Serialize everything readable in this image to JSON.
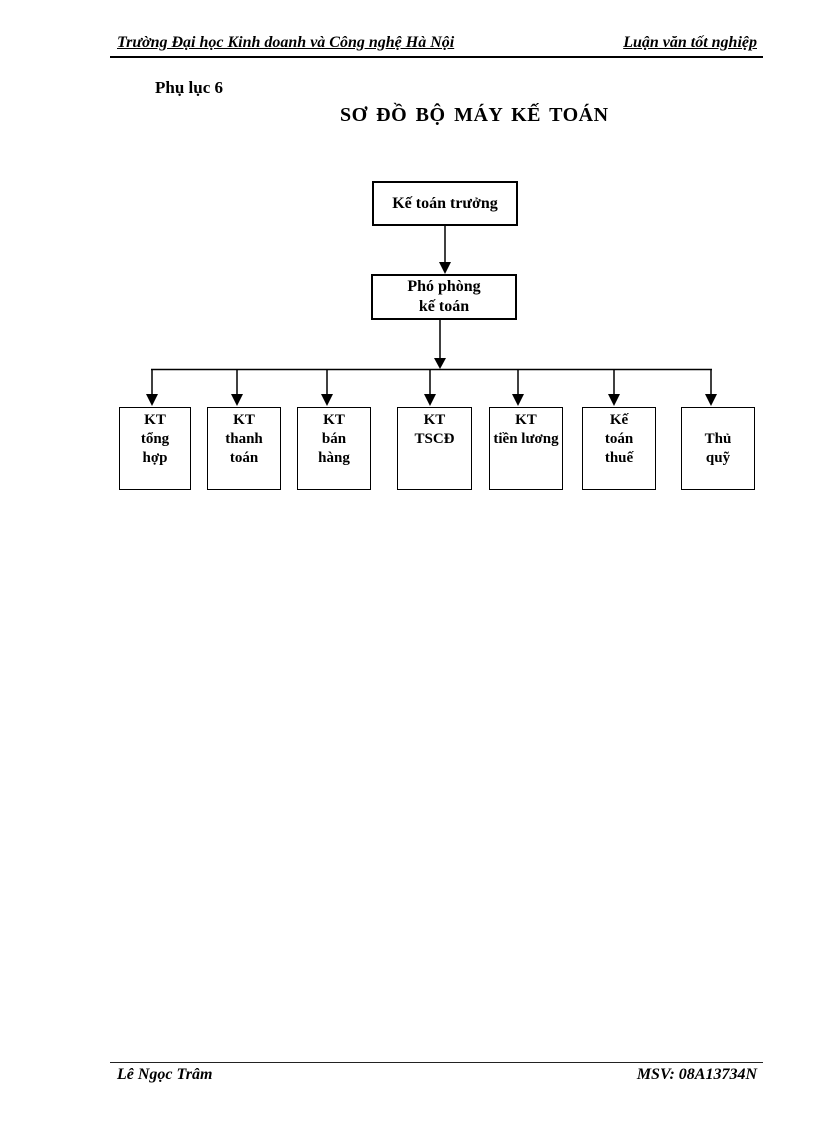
{
  "colors": {
    "ink": "#000000",
    "paper": "#ffffff"
  },
  "header": {
    "left": "Trường Đại học Kinh doanh và Công nghệ Hà Nội",
    "right": "Luận văn tốt nghiệp"
  },
  "appendix_label": "Phụ lục 6",
  "title": "SƠ ĐỒ BỘ MÁY KẾ TOÁN",
  "org_chart": {
    "root": {
      "label": "Kế toán trưởng"
    },
    "deputy": {
      "lines": [
        "Phó phòng",
        "kế toán"
      ]
    },
    "departments": [
      {
        "lines": [
          "KT",
          "tổng",
          "hợp"
        ]
      },
      {
        "lines": [
          "KT",
          "thanh",
          "toán"
        ]
      },
      {
        "lines": [
          "KT",
          "bán",
          "hàng"
        ]
      },
      {
        "lines": [
          "KT",
          "TSCĐ"
        ]
      },
      {
        "lines": [
          "KT",
          "tiền lương"
        ]
      },
      {
        "lines": [
          "Kế",
          "toán",
          "thuế"
        ]
      },
      {
        "lines": [
          "Thủ",
          "quỹ"
        ]
      }
    ]
  },
  "footer": {
    "left": "Lê Ngọc Trâm",
    "right": "MSV: 08A13734N"
  }
}
